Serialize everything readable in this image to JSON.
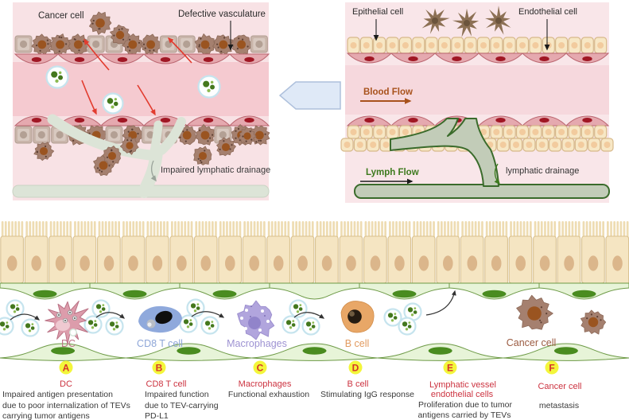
{
  "figure_title": "Tumor microenvironment and lymphatic drainage diagram",
  "colors": {
    "panel_bg_left": "#f8e2e5",
    "lumen_left": "#f5cad0",
    "panel_bg_right": "#f9e6e9",
    "lumen_right": "#f6d8dd",
    "cancer_cell_body": "#a5806f",
    "cancer_cell_nucleus": "#9a5420",
    "endothelium_pink": "#e5a9af",
    "endothelium_nucleus": "#a01724",
    "epithelium_tan": "#f7e7c5",
    "lymph_vessel_pale": "#dce4d7",
    "lymph_vessel_gray_green": "#c2ccb8",
    "lymph_vessel_outline": "#3a6b2b",
    "lymph_band_fill": "#e7f4d8",
    "lymph_band_nucleus": "#4a8c20",
    "vesicle_ring": "#c6e4ee",
    "vesicle_dot_dark": "#44781d",
    "vesicle_dot_light": "#8cba50",
    "red_arrow": "#e23b2e",
    "blood_flow_brown": "#a8521c",
    "lymph_flow_green": "#3d7a1e",
    "block_arrow_fill": "#dfe9f7",
    "block_arrow_border": "#aec0dc",
    "badge_yellow": "#f3f63b",
    "annotation_red": "#cc3340",
    "text_dark": "#3a3a3a"
  },
  "top_left_panel": {
    "cancer_cell_label": "Cancer cell",
    "defective_vasculature_label": "Defective vasculature",
    "impaired_lymphatic_drainage_label": "Impaired lymphatic drainage"
  },
  "top_right_panel": {
    "epithelial_cell_label": "Epithelial cell",
    "endothelial_cell_label": "Endothelial cell",
    "blood_flow_label": "Blood Flow",
    "lymph_flow_label": "Lymph Flow",
    "lymphatic_drainage_label": "lymphatic drainage"
  },
  "bottom_panel": {
    "cells": [
      {
        "id": "dc",
        "label": "DC",
        "color": "#bf7488"
      },
      {
        "id": "cd8_t_cell",
        "label": "CD8 T cell",
        "color": "#8ea6d8"
      },
      {
        "id": "macrophages",
        "label": "Macrophages",
        "color": "#9d92d2"
      },
      {
        "id": "b_cell",
        "label": "B cell",
        "color": "#e29a5f"
      },
      {
        "id": "cancer_cell",
        "label": "Cancer cell",
        "color": "#9b5b41"
      }
    ],
    "annotations": [
      {
        "letter": "A",
        "title": "DC",
        "desc_lines": [
          "Impaired antigen presentation",
          "due to poor internalization of TEVs",
          "carrying tumor antigens"
        ]
      },
      {
        "letter": "B",
        "title": "CD8 T cell",
        "desc_lines": [
          "Impaired function",
          "due to TEV-carrying",
          "PD-L1"
        ]
      },
      {
        "letter": "C",
        "title": "Macrophages",
        "desc_lines": [
          "Functional exhaustion"
        ]
      },
      {
        "letter": "D",
        "title": "B cell",
        "desc_lines": [
          "Stimulating IgG response"
        ]
      },
      {
        "letter": "E",
        "title": "Lymphatic vessel endothelial cells",
        "title_lines": [
          "Lymphatic vessel",
          "endothelial cells"
        ],
        "desc_lines": [
          "Proliferation due to tumor",
          "antigens carried by TEVs"
        ]
      },
      {
        "letter": "F",
        "title": "Cancer cell",
        "desc_lines": [
          "metastasis"
        ]
      }
    ]
  }
}
